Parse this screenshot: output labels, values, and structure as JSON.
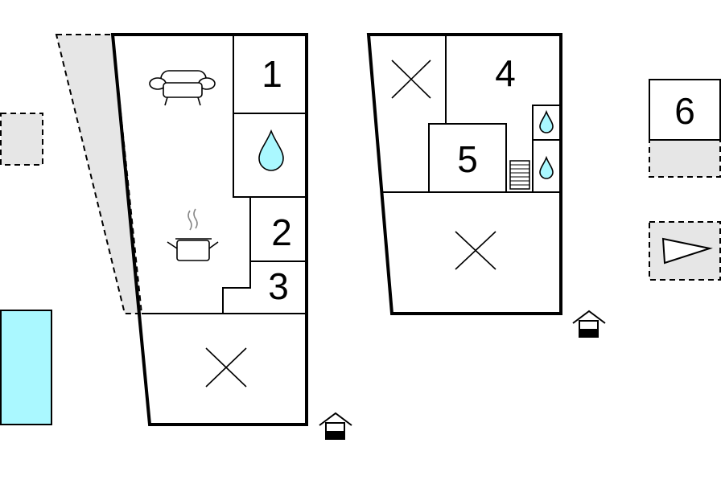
{
  "rooms": {
    "r1": "1",
    "r2": "2",
    "r3": "3",
    "r4": "4",
    "r5": "5",
    "r6": "6"
  },
  "colors": {
    "water": "#aaf8ff",
    "pool": "#aaf8ff",
    "outdoor_area": "#e6e6e6"
  },
  "icons": [
    "sofa-icon",
    "water-drop-icon",
    "cooking-pot-icon",
    "x-mark-icon",
    "stairs-icon",
    "entrance-icon",
    "flag-icon"
  ]
}
